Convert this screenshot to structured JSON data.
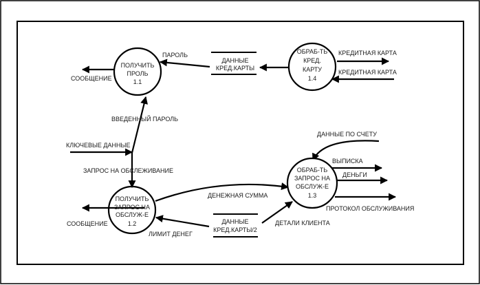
{
  "diagram": {
    "type": "data-flow-diagram",
    "processes": [
      {
        "id": "p11",
        "lines": [
          "ПОЛУЧИТЬ",
          "ПРОЛЬ",
          "1.1"
        ]
      },
      {
        "id": "p12",
        "lines": [
          "ПОЛУЧИТЬ",
          "ЗАПРОС НА",
          "ОБСЛУЖ-Е",
          "1.2"
        ]
      },
      {
        "id": "p13",
        "lines": [
          "ОБРАБ-ТЬ",
          "ЗАПРОС НА",
          "ОБСЛУЖ-Е",
          "1.3"
        ]
      },
      {
        "id": "p14",
        "lines": [
          "ОБРАБ-ТЬ",
          "КРЕД.",
          "КАРТУ",
          "1.4"
        ]
      }
    ],
    "stores": [
      {
        "id": "s1",
        "lines": [
          "ДАННЫЕ",
          "КРЕД.КАРТЫ"
        ]
      },
      {
        "id": "s2",
        "lines": [
          "ДАННЫЕ",
          "КРЕД.КАРТЫ/2"
        ]
      }
    ],
    "flows": {
      "parol": "ПАРОЛЬ",
      "soobshenie_1": "СООБЩЕНИЕ",
      "kreditnaya_karta_out": "КРЕДИТНАЯ КАРТА",
      "kreditnaya_karta_in": "КРЕДИТНАЯ КАРТА",
      "vvedenny_parol": "ВВЕДЕННЫЙ ПАРОЛЬ",
      "klyuchevye_dannye": "КЛЮЧЕВЫЕ ДАННЫЕ",
      "zapros": "ЗАПРОС НА ОБСЛЕЖИВАНИЕ",
      "dannye_po_schetu": "ДАННЫЕ ПО СЧЕТУ",
      "vypiska": "ВЫПИСКА",
      "dengi": "ДЕНЬГИ",
      "denezhnaya_summa": "ДЕНЕЖНАЯ СУММА",
      "soobshenie_2": "СООБЩЕНИЕ",
      "protokol": "ПРОТОКОЛ ОБСЛУЖИВАНИЯ",
      "detali_klienta": "ДЕТАЛИ КЛИЕНТА",
      "limit_deneg": "ЛИМИТ ДЕНЕГ"
    }
  }
}
